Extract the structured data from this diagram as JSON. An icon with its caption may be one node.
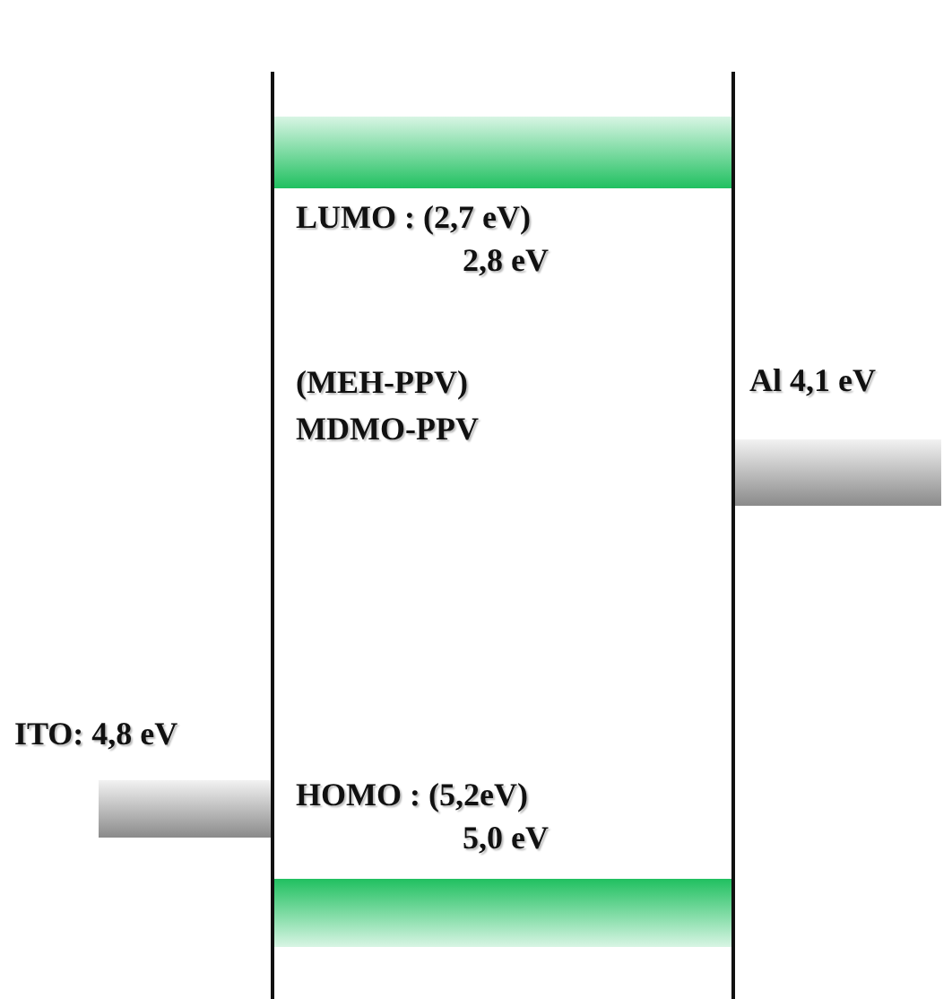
{
  "diagram": {
    "nodes": [
      {
        "text": [],
        "shape": "bar",
        "beside": [
          "LUMO : (2,7 eV)",
          "2,8 eV"
        ]
      },
      {
        "text": [],
        "shape": "bar",
        "beside": [
          "Al 4,1 eV"
        ]
      },
      {
        "text": [],
        "shape": "bar",
        "beside": [
          "ITO: 4,8 eV"
        ]
      },
      {
        "text": [],
        "shape": "bar",
        "beside": [
          "HOMO : (5,2eV)",
          "5,0 eV"
        ]
      }
    ],
    "labels": [
      "(MEH-PPV)",
      "MDMO-PPV"
    ]
  }
}
